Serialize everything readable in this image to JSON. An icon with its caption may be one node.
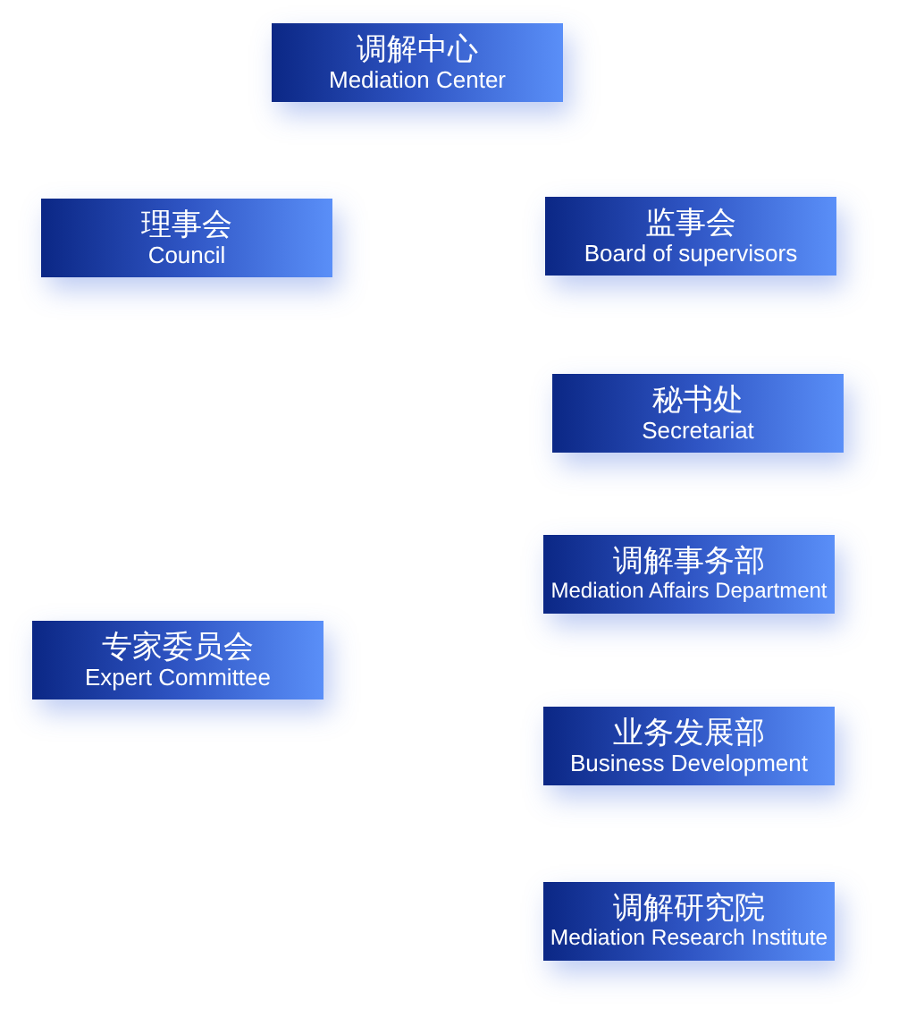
{
  "diagram": {
    "nodes": [
      {
        "text": [
          "调解中心",
          "Mediation Center"
        ]
      },
      {
        "text": [
          "理事会",
          "Council"
        ]
      },
      {
        "text": [
          "监事会",
          "Board of supervisors"
        ]
      },
      {
        "text": [
          "秘书处",
          "Secretariat"
        ]
      },
      {
        "text": [
          "调解事务部",
          "Mediation Affairs Department"
        ]
      },
      {
        "text": [
          "专家委员会",
          "Expert Committee"
        ]
      },
      {
        "text": [
          "业务发展部",
          "Business Development"
        ]
      },
      {
        "text": [
          "调解研究院",
          "Mediation Research Institute"
        ]
      }
    ]
  }
}
